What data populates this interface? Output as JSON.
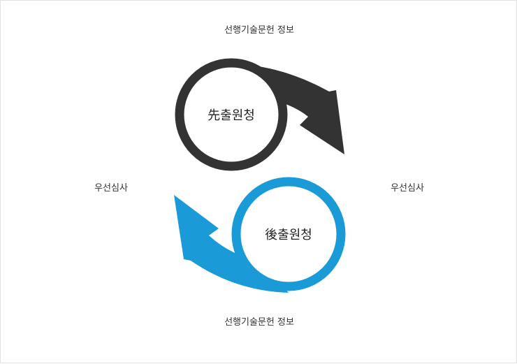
{
  "labels": {
    "top": "선행기술문헌 정보",
    "bottom": "선행기술문헌 정보",
    "left": "우선심사",
    "right": "우선심사"
  },
  "circles": {
    "first": {
      "text": "先출원청",
      "color": "#333333"
    },
    "second": {
      "text": "後출원청",
      "color": "#1a9ad6"
    }
  }
}
